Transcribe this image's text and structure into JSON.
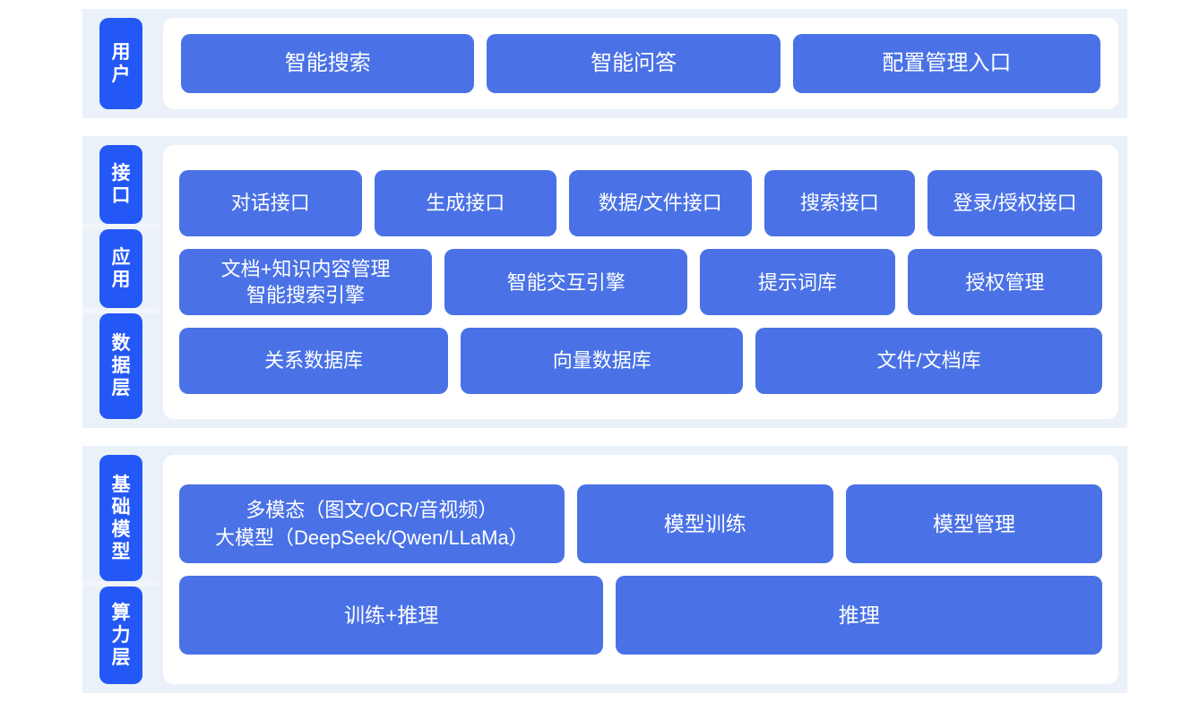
{
  "diagram": {
    "colors": {
      "band_background": "#eaf1f9",
      "panel_background": "#ffffff",
      "badge_blue": "#2458f6",
      "box_blue": "#4a72e6",
      "box_text": "#ffffff",
      "page_background": "#ffffff"
    },
    "sections": [
      {
        "id": "user",
        "badges": [
          {
            "label": "用户"
          }
        ],
        "rows": [
          {
            "id": "user-entries",
            "boxes": [
              {
                "label": "智能搜索"
              },
              {
                "label": "智能问答"
              },
              {
                "label": "配置管理入口"
              }
            ]
          }
        ]
      },
      {
        "id": "middle",
        "badges": [
          {
            "label": "接口"
          },
          {
            "label": "应用"
          },
          {
            "label": "数据层"
          }
        ],
        "rows": [
          {
            "id": "interface",
            "boxes": [
              {
                "label": "对话接口"
              },
              {
                "label": "生成接口"
              },
              {
                "label": "数据/文件接口"
              },
              {
                "label": "搜索接口"
              },
              {
                "label": "登录/授权接口"
              }
            ]
          },
          {
            "id": "application",
            "boxes": [
              {
                "label": "文档+知识内容管理\n智能搜索引擎"
              },
              {
                "label": "智能交互引擎"
              },
              {
                "label": "提示词库"
              },
              {
                "label": "授权管理"
              }
            ]
          },
          {
            "id": "data",
            "boxes": [
              {
                "label": "关系数据库"
              },
              {
                "label": "向量数据库"
              },
              {
                "label": "文件/文档库"
              }
            ]
          }
        ]
      },
      {
        "id": "base",
        "badges": [
          {
            "label": "基础模型"
          },
          {
            "label": "算力层"
          }
        ],
        "rows": [
          {
            "id": "model",
            "boxes": [
              {
                "label": "多模态（图文/OCR/音视频）\n大模型（DeepSeek/Qwen/LLaMa）"
              },
              {
                "label": "模型训练"
              },
              {
                "label": "模型管理"
              }
            ]
          },
          {
            "id": "compute",
            "boxes": [
              {
                "label": "训练+推理"
              },
              {
                "label": "推理"
              }
            ]
          }
        ]
      }
    ]
  }
}
